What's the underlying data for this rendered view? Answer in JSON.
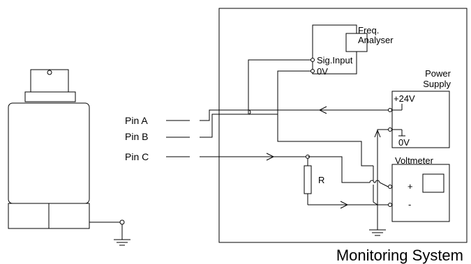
{
  "sensor": {
    "pins": [
      "Pin A",
      "Pin B",
      "Pin C"
    ]
  },
  "freq_analyser": {
    "title_line1": "Freq.",
    "title_line2": "Analyser",
    "sig_input_label": "Sig.Input",
    "zero_v_label": "0V"
  },
  "power_supply": {
    "title_line1": "Power",
    "title_line2": "Supply",
    "plus_label": "+24V",
    "zero_label": "0V"
  },
  "voltmeter": {
    "title": "Voltmeter",
    "plus_label": "+",
    "minus_label": "-"
  },
  "resistor": {
    "label": "R"
  },
  "system": {
    "title": "Monitoring System"
  }
}
